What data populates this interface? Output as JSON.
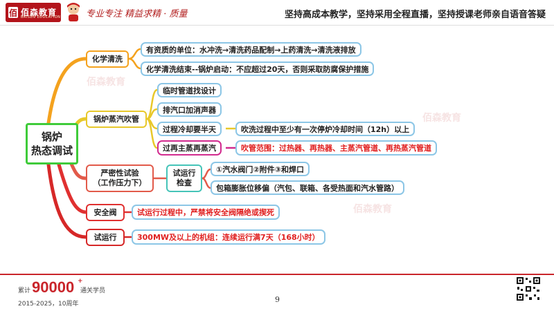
{
  "header": {
    "logo_text": "佰森教育",
    "logo_sub": "BAISEN EDUCATION",
    "slogan_script": "专业专注  精益求精 · 质量",
    "motto": "坚持高成本教学，坚持采用全程直播，坚持授课老师亲自语音答疑"
  },
  "mindmap": {
    "root": {
      "line1": "锅炉",
      "line2": "热态调试"
    },
    "branches": [
      {
        "label": "化学清洗",
        "color": "#f4a21e",
        "leaves": [
          "有资质的单位：水冲洗→清洗药品配制→上药清洗→清洗液排放",
          "化学清洗结束--锅炉启动：不应超过20天，否则采取防腐保护措施"
        ]
      },
      {
        "label": "锅炉蒸汽吹管",
        "color": "#e8c82a",
        "leaves": [
          "临时管道找设计",
          "排汽口加消声器",
          "过程冷却要半天",
          "过再主蒸再蒸汽"
        ],
        "sub_leaves": [
          "吹洗过程中至少有一次停炉冷却时间（12h）以上",
          "吹管范围：过热器、再热器、主蒸汽管道、再热蒸汽管道"
        ]
      },
      {
        "label_line1": "严密性试验",
        "label_line2": "（工作压力下）",
        "color": "#e25a4a",
        "mid_line1": "试运行",
        "mid_line2": "检查",
        "leaves": [
          "①汽水阀门②附件③和焊口",
          "包箱膨胀位移偏（汽包、联箱、各受热面和汽水管路）"
        ]
      },
      {
        "label": "安全阀",
        "color": "#e03030",
        "leaves": [
          "试运行过程中，严禁将安全阀隔绝或揳死"
        ]
      },
      {
        "label": "试运行",
        "color": "#d62828",
        "leaves": [
          "300MW及以上的机组：连续运行满7天（168小时）"
        ]
      }
    ]
  },
  "watermarks": [
    "佰森教育",
    "佰森教育",
    "佰森教育"
  ],
  "footer": {
    "label": "累计",
    "number": "90000",
    "plus": "+",
    "sub": "通关学员",
    "years": "2015-2025，10周年",
    "page": "9"
  },
  "colors": {
    "brand_red": "#c9252b",
    "leaf_border": "#8cc6e6",
    "root_border": "#3fcb3a",
    "highlight_border": "#d22b8f",
    "mid_border": "#45c4b8"
  }
}
